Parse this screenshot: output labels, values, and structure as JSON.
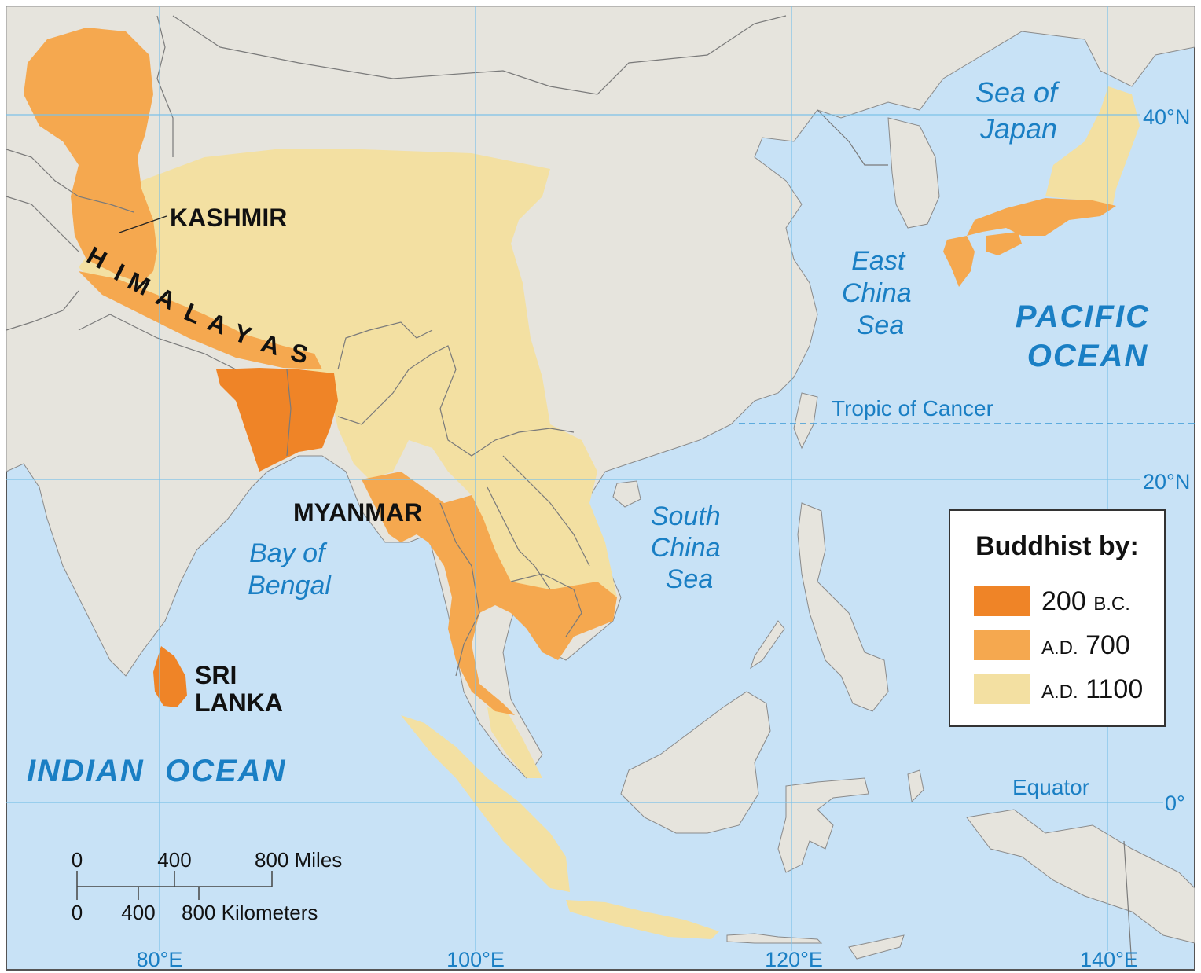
{
  "legend": {
    "title": "Buddhist by:",
    "items": [
      {
        "era": "B.C.",
        "year": "200",
        "era_first": false,
        "color": "#ef8427"
      },
      {
        "era": "A.D.",
        "year": "700",
        "era_first": true,
        "color": "#f5a84f"
      },
      {
        "era": "A.D.",
        "year": "1100",
        "era_first": true,
        "color": "#f3e0a2"
      }
    ]
  },
  "water_labels": {
    "sea_of_japan": [
      "Sea of",
      "Japan"
    ],
    "east_china_sea": [
      "East",
      "China",
      "Sea"
    ],
    "south_china_sea": [
      "South",
      "China",
      "Sea"
    ],
    "bay_of_bengal": [
      "Bay of",
      "Bengal"
    ],
    "pacific_ocean": [
      "PACIFIC",
      "OCEAN"
    ],
    "indian_ocean": "INDIAN  OCEAN"
  },
  "place_labels": {
    "kashmir": "KASHMIR",
    "himalayas": [
      "H",
      "I",
      "M",
      "A",
      "L",
      "A",
      "Y",
      "A",
      "S"
    ],
    "myanmar": "MYANMAR",
    "sri_lanka": [
      "SRI",
      "LANKA"
    ]
  },
  "lines": {
    "tropic": "Tropic of Cancer",
    "equator": "Equator"
  },
  "graticule": {
    "lat": [
      "40°N",
      "20°N",
      "0°"
    ],
    "lon": [
      "80°E",
      "100°E",
      "120°E",
      "140°E"
    ]
  },
  "scale": {
    "miles": [
      "0",
      "400",
      "800 Miles"
    ],
    "km": [
      "0",
      "400",
      "800 Kilometers"
    ]
  },
  "colors": {
    "water": "#c8e2f6",
    "land": "#e6e4dd",
    "b200": "#ef8427",
    "b700": "#f5a84f",
    "b1100": "#f3e0a2",
    "label_blue": "#1a7fc4"
  }
}
